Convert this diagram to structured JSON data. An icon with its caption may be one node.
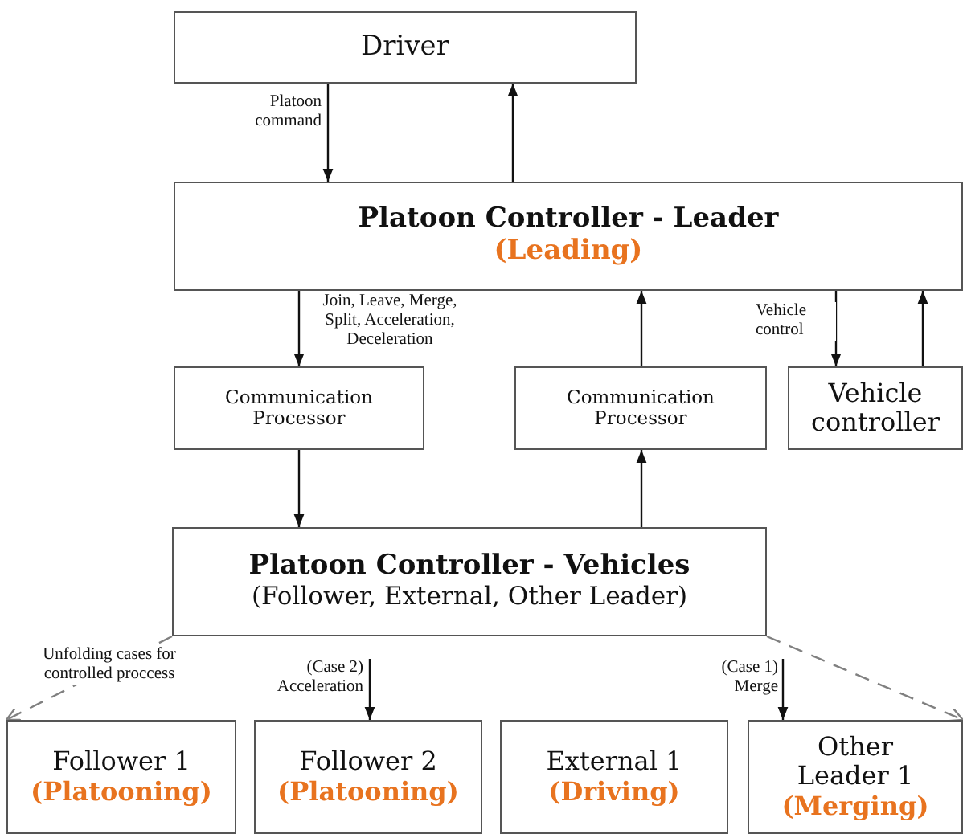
{
  "diagram": {
    "nodes": [
      {
        "text": [
          "Driver"
        ]
      },
      {
        "text": [
          "Platoon Controller - Leader",
          "(Leading)"
        ]
      },
      {
        "text": [
          "Communication Processor"
        ]
      },
      {
        "text": [
          "Communication Processor"
        ]
      },
      {
        "text": [
          "Vehicle controller"
        ]
      },
      {
        "text": [
          "Platoon Controller - Vehicles",
          "(Follower, External, Other Leader)"
        ]
      },
      {
        "text": [
          "Follower 1",
          "(Platooning)"
        ]
      },
      {
        "text": [
          "Follower 2",
          "(Platooning)"
        ]
      },
      {
        "text": [
          "External 1",
          "(Driving)"
        ]
      },
      {
        "text": [
          "Other Leader 1",
          "(Merging)"
        ]
      }
    ],
    "edges": [
      {
        "from": 0,
        "to": 1,
        "arrow": "to",
        "label": "Platoon command"
      },
      {
        "from": 1,
        "to": 0,
        "arrow": "to"
      },
      {
        "from": 1,
        "to": 2,
        "arrow": "to",
        "label": "Join, Leave, Merge, Split, Acceleration, Deceleration"
      },
      {
        "from": 3,
        "to": 1,
        "arrow": "to"
      },
      {
        "from": 1,
        "to": 4,
        "arrow": "to",
        "label": "Vehicle control"
      },
      {
        "from": 4,
        "to": 1,
        "arrow": "to"
      },
      {
        "from": 2,
        "to": 5,
        "arrow": "to"
      },
      {
        "from": 5,
        "to": 3,
        "arrow": "to"
      },
      {
        "from": 5,
        "to": 6,
        "arrow": "to",
        "label": "Unfolding cases for controlled proccess",
        "style": "dashed",
        "color": "#808080"
      },
      {
        "from": 5,
        "to": 9,
        "arrow": "to",
        "style": "dashed",
        "color": "#808080"
      },
      {
        "from": null,
        "to": 7,
        "arrow": "to",
        "label": "(Case 2) Acceleration"
      },
      {
        "from": null,
        "to": 9,
        "arrow": "to",
        "label": "(Case 1) Merge"
      }
    ]
  }
}
